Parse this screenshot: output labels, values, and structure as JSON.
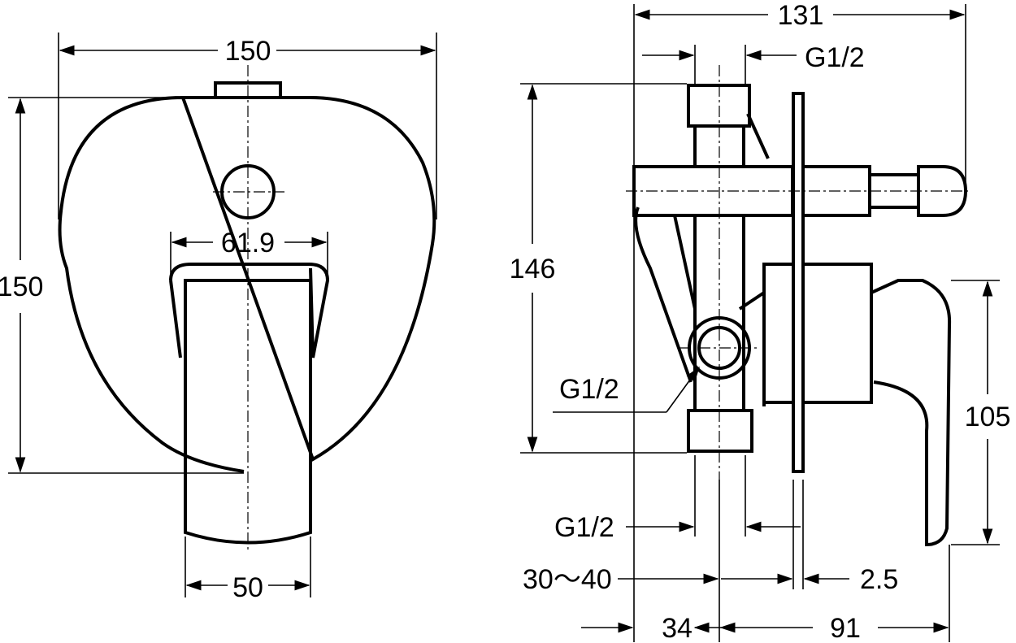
{
  "front_view": {
    "width_label": "150",
    "height_label": "150",
    "handle_width_label": "61.9",
    "lever_width_label": "50"
  },
  "side_view": {
    "total_depth_label": "131",
    "top_port_label": "G1/2",
    "height_label": "146",
    "side_port_label": "G1/2",
    "handle_height_label": "105",
    "bottom_port_label": "G1/2",
    "wall_depth_label": "30～40",
    "plate_thickness_label": "2.5",
    "body_offset_label": "34",
    "projection_label": "91"
  },
  "colors": {
    "line": "#000000",
    "background": "#ffffff"
  }
}
